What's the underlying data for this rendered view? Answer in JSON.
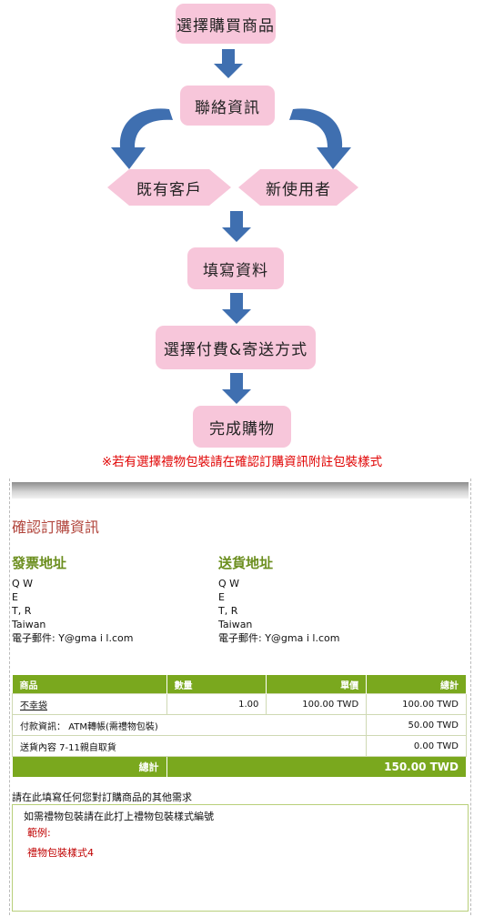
{
  "flow": {
    "step1": "選擇購買商品",
    "step2": "聯絡資訊",
    "branch_left": "既有客戶",
    "branch_right": "新使用者",
    "step3": "填寫資料",
    "step4": "選擇付費&寄送方式",
    "step5": "完成購物",
    "note": "※若有選擇禮物包裝請在確認訂購資訊附註包裝樣式",
    "colors": {
      "box": "#f7c6da",
      "arrow": "#3f6fb0",
      "note": "#e00000"
    }
  },
  "order": {
    "title": "確認訂購資訊",
    "billing": {
      "heading": "發票地址",
      "name": "Q W",
      "line2": "E",
      "line3": "T, R",
      "country": "Taiwan",
      "email": "電子郵件: Y@gma i l.com"
    },
    "shipping": {
      "heading": "送貨地址",
      "name": "Q W",
      "line2": "E",
      "line3": "T, R",
      "country": "Taiwan",
      "email": "電子郵件: Y@gma i l.com"
    },
    "table": {
      "headers": [
        "商品",
        "數量",
        "單價",
        "總計"
      ],
      "item": {
        "name": "不幸袋",
        "qty": "1.00",
        "price": "100.00 TWD",
        "total": "100.00 TWD"
      },
      "payment_label": "付款資訊：",
      "payment_value": "ATM轉帳(需禮物包裝)",
      "payment_amount": "50.00 TWD",
      "shipping_info": "送貨內容 7-11親自取貨",
      "shipping_amount": "0.00 TWD",
      "total_label": "總計",
      "total_value": "150.00 TWD"
    },
    "request": {
      "label": "請在此填寫任何您對訂購商品的其他需求",
      "line1": "如需禮物包裝請在此打上禮物包裝樣式編號",
      "line2": "範例:",
      "line3": "禮物包裝樣式4"
    },
    "colors": {
      "green": "#7aa81e",
      "heading": "#6b8e1e",
      "title": "#b1443b"
    }
  }
}
